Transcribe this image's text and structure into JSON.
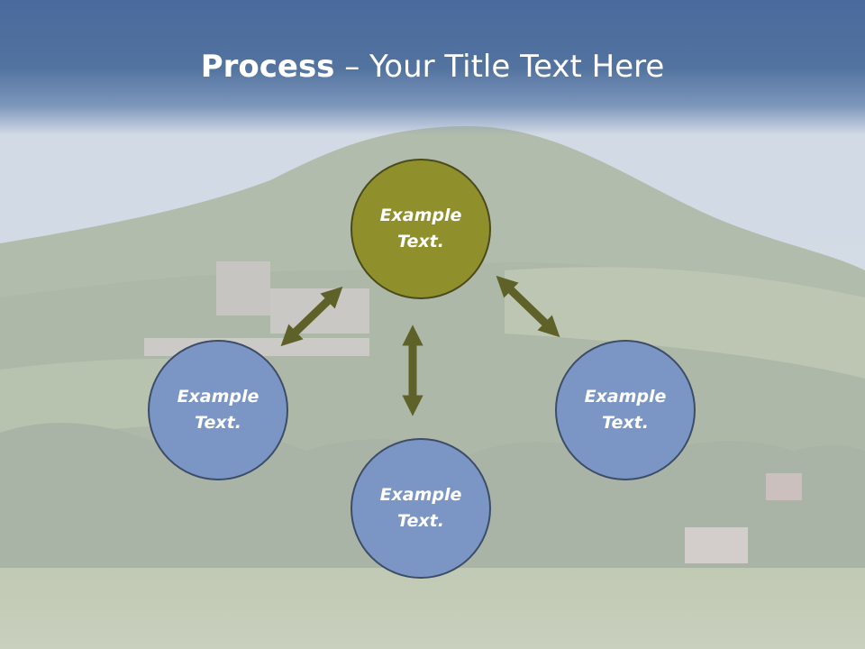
{
  "slide": {
    "title_bold": "Process",
    "title_rest": " – Your Title Text Here"
  },
  "nodes": {
    "center": {
      "line1": "Example",
      "line2": "Text."
    },
    "left": {
      "line1": "Example",
      "line2": "Text."
    },
    "bottom": {
      "line1": "Example",
      "line2": "Text."
    },
    "right": {
      "line1": "Example",
      "line2": "Text."
    }
  },
  "colors": {
    "header": "#4a6a9e",
    "center_node": "#8f8f2c",
    "outer_nodes": "#7b96c4",
    "arrows": "#5e6228"
  },
  "background": "faded landscape photo with forested hill, castle and vineyards"
}
